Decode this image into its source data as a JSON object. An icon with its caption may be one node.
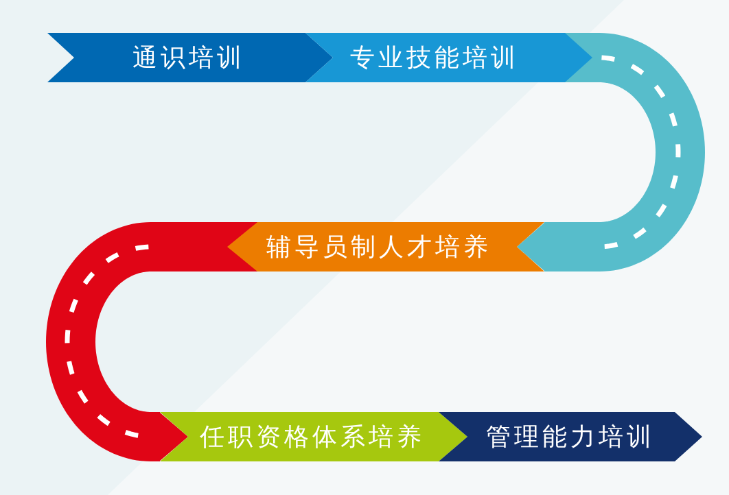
{
  "diagram": {
    "nodes": [
      {
        "text": [
          "通识培训"
        ]
      },
      {
        "text": [
          "专业技能培训"
        ]
      },
      {
        "text": [
          "辅导员制人才培养"
        ]
      },
      {
        "text": [
          "任职资格体系培养"
        ]
      },
      {
        "text": [
          "管理能力培训"
        ]
      }
    ],
    "edges": [
      {
        "from": 1,
        "to": 2,
        "arrow": "to",
        "color": "#57bdcb"
      },
      {
        "from": 2,
        "to": 3,
        "arrow": "to",
        "color": "#e00516"
      }
    ]
  }
}
